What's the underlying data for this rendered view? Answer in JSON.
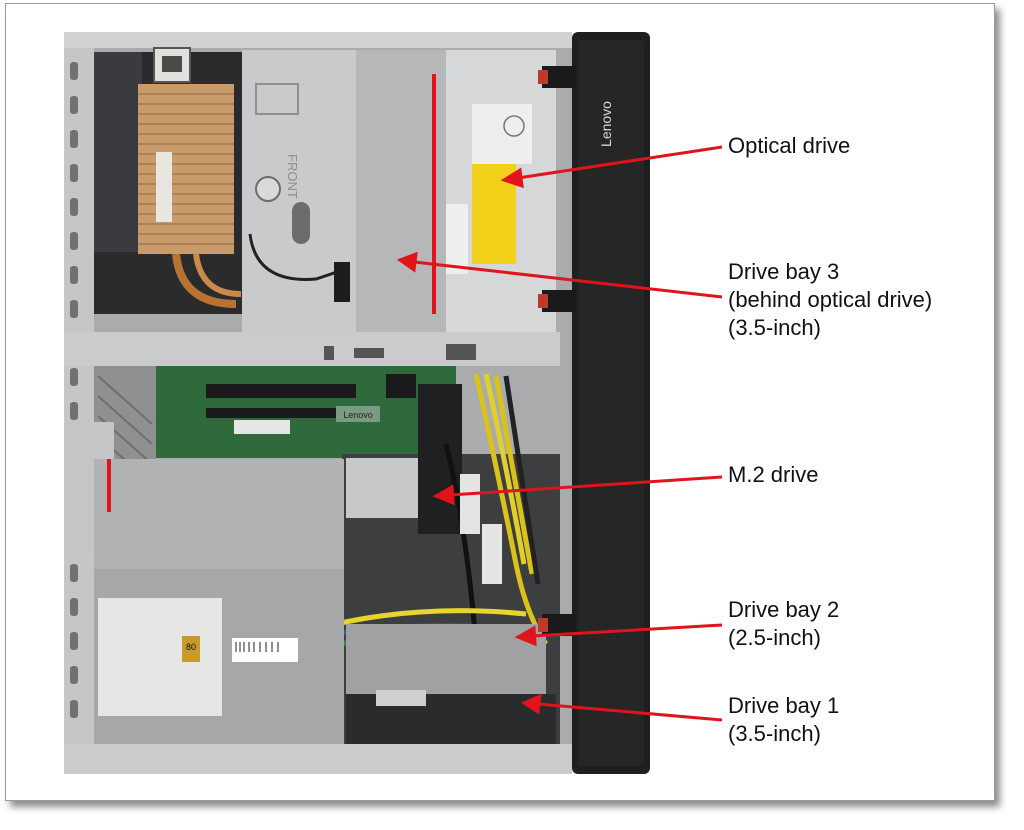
{
  "callouts": {
    "optical": {
      "line1": "Optical drive"
    },
    "bay3": {
      "line1": "Drive bay 3",
      "line2": "(behind optical drive)",
      "line3": "(3.5-inch)"
    },
    "m2": {
      "line1": "M.2 drive"
    },
    "bay2": {
      "line1": "Drive bay 2",
      "line2": "(2.5-inch)"
    },
    "bay1": {
      "line1": "Drive bay 1",
      "line2": "(3.5-inch)"
    }
  },
  "photo": {
    "bezel_logo": "Lenovo",
    "board_logo": "Lenovo",
    "psu_rating": "80",
    "optical_front_mark": "FRONT"
  },
  "colors": {
    "annotation_red": "#e0141b",
    "chassis_gray": "#b7b9bb",
    "bezel_black": "#1f1f1f",
    "pcb_green": "#2f6a3d"
  }
}
